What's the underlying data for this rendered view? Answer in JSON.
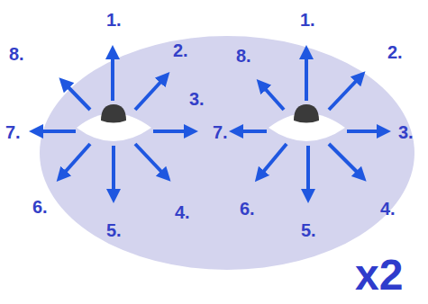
{
  "diagram": {
    "labels": [
      "1.",
      "2.",
      "3.",
      "4.",
      "5.",
      "6.",
      "7.",
      "8.",
      "1.",
      "2.",
      "3.",
      "4.",
      "5.",
      "6.",
      "7.",
      "8.",
      "x2"
    ]
  }
}
